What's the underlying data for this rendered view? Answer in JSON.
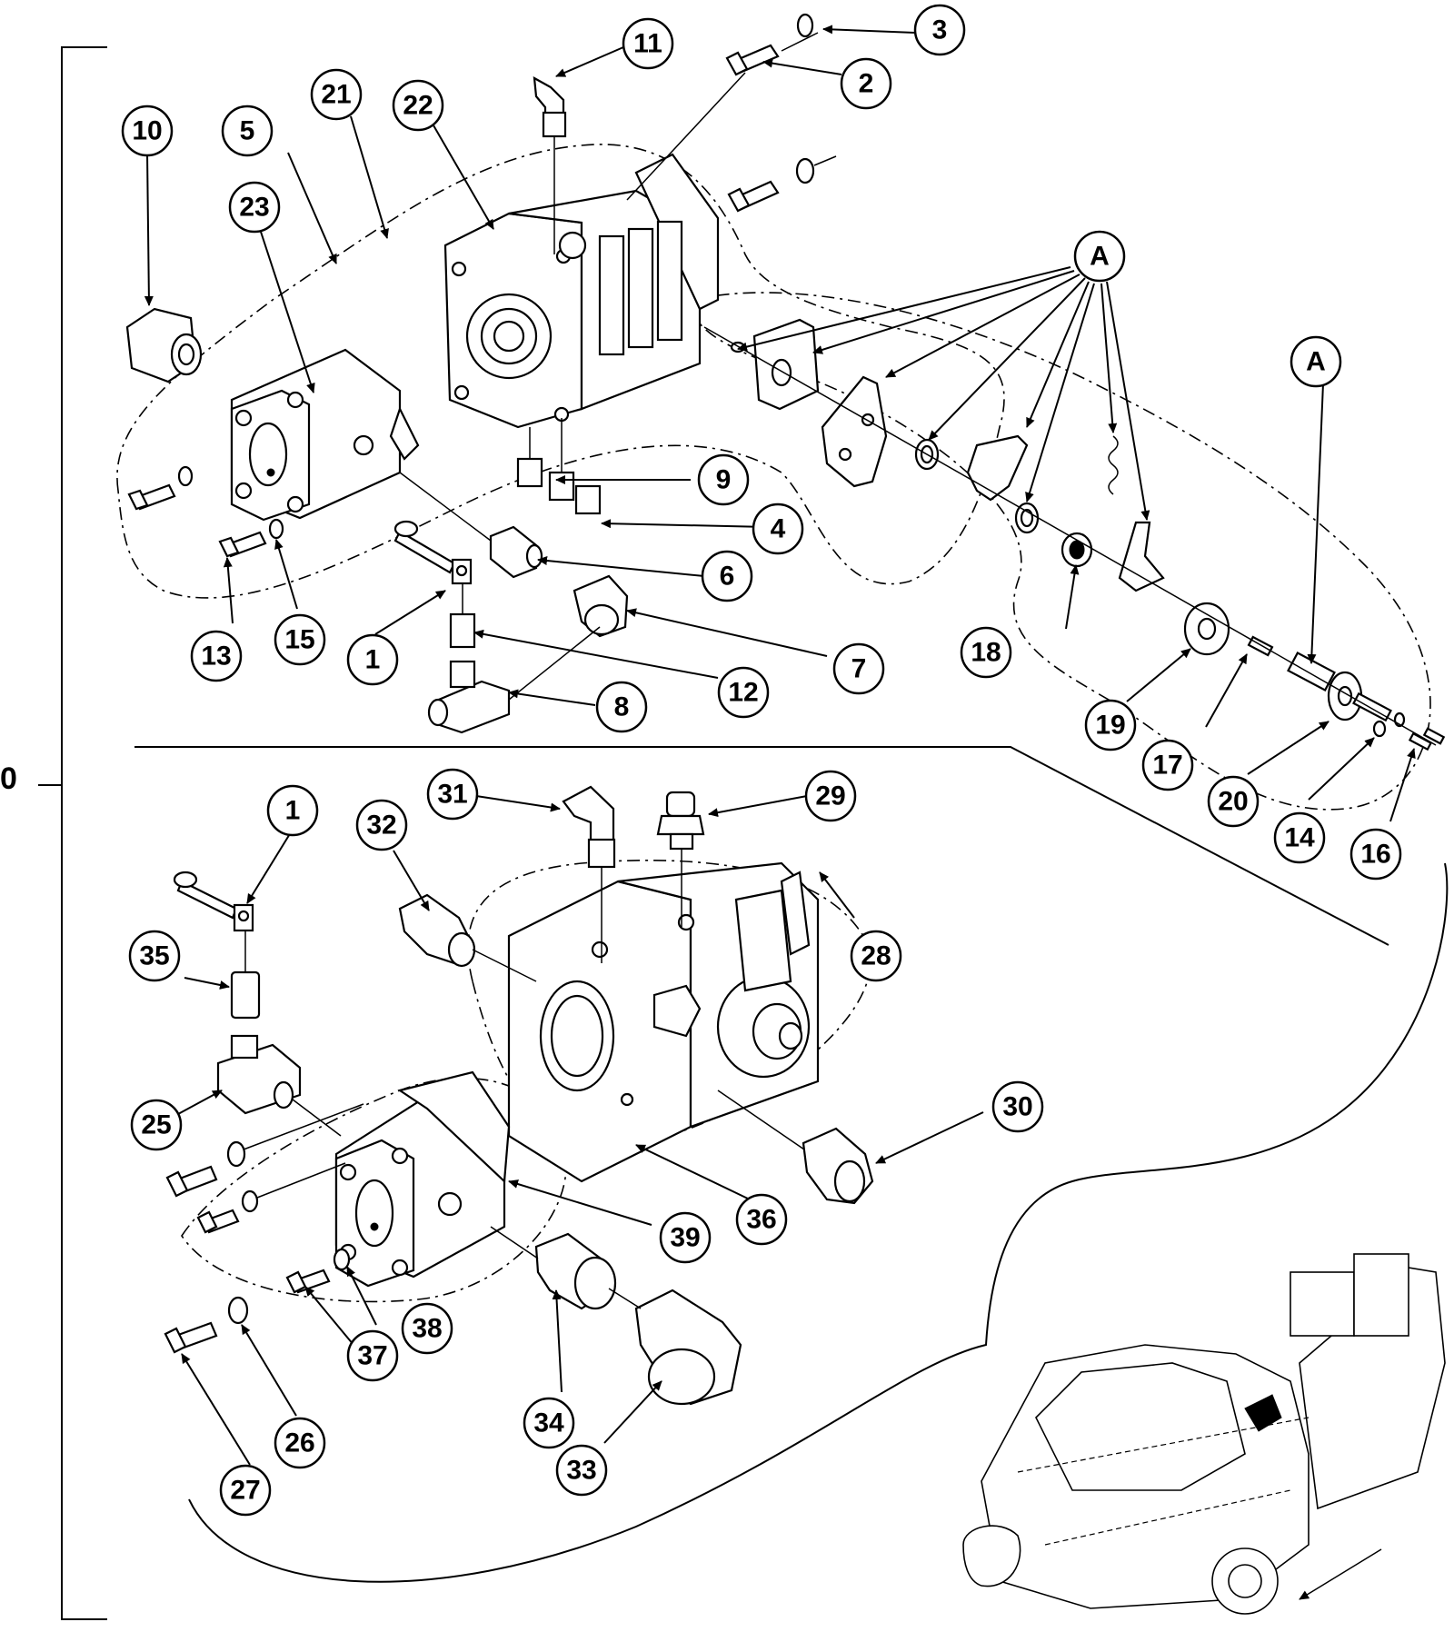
{
  "bracket_label": "0",
  "callouts": [
    {
      "id": "c1a",
      "label": "1"
    },
    {
      "id": "c1b",
      "label": "1"
    },
    {
      "id": "c2",
      "label": "2"
    },
    {
      "id": "c3",
      "label": "3"
    },
    {
      "id": "c4",
      "label": "4"
    },
    {
      "id": "c5",
      "label": "5"
    },
    {
      "id": "c6",
      "label": "6"
    },
    {
      "id": "c7",
      "label": "7"
    },
    {
      "id": "c8",
      "label": "8"
    },
    {
      "id": "c9",
      "label": "9"
    },
    {
      "id": "c10",
      "label": "10"
    },
    {
      "id": "c11",
      "label": "11"
    },
    {
      "id": "c12",
      "label": "12"
    },
    {
      "id": "c13",
      "label": "13"
    },
    {
      "id": "c14",
      "label": "14"
    },
    {
      "id": "c15",
      "label": "15"
    },
    {
      "id": "c16",
      "label": "16"
    },
    {
      "id": "c17",
      "label": "17"
    },
    {
      "id": "c18",
      "label": "18"
    },
    {
      "id": "c19",
      "label": "19"
    },
    {
      "id": "c20",
      "label": "20"
    },
    {
      "id": "c21",
      "label": "21"
    },
    {
      "id": "c22",
      "label": "22"
    },
    {
      "id": "c23",
      "label": "23"
    },
    {
      "id": "c25",
      "label": "25"
    },
    {
      "id": "c26",
      "label": "26"
    },
    {
      "id": "c27",
      "label": "27"
    },
    {
      "id": "c28",
      "label": "28"
    },
    {
      "id": "c29",
      "label": "29"
    },
    {
      "id": "c30",
      "label": "30"
    },
    {
      "id": "c31",
      "label": "31"
    },
    {
      "id": "c32",
      "label": "32"
    },
    {
      "id": "c33",
      "label": "33"
    },
    {
      "id": "c34",
      "label": "34"
    },
    {
      "id": "c35",
      "label": "35"
    },
    {
      "id": "c36",
      "label": "36"
    },
    {
      "id": "c37",
      "label": "37"
    },
    {
      "id": "c38",
      "label": "38"
    },
    {
      "id": "c39",
      "label": "39"
    },
    {
      "id": "cA1",
      "label": "A"
    },
    {
      "id": "cA2",
      "label": "A"
    }
  ]
}
